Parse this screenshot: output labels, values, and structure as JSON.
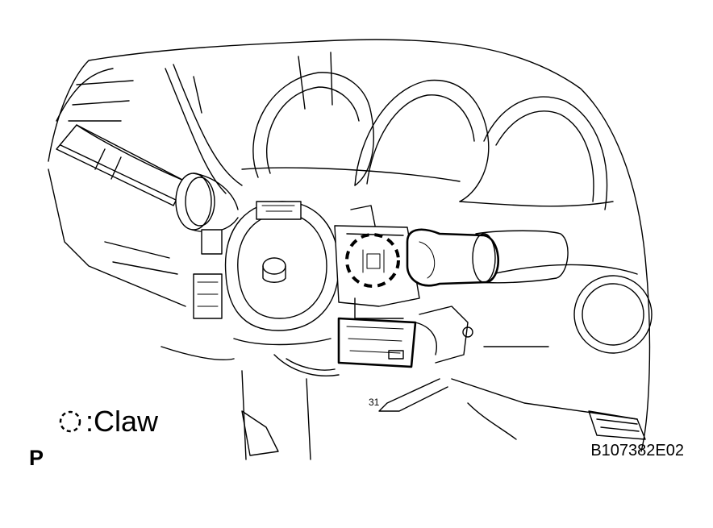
{
  "legend": {
    "symbol": "dashed-circle-icon",
    "label": ":Claw"
  },
  "view_letter": "P",
  "figure_code": "B107382E02"
}
